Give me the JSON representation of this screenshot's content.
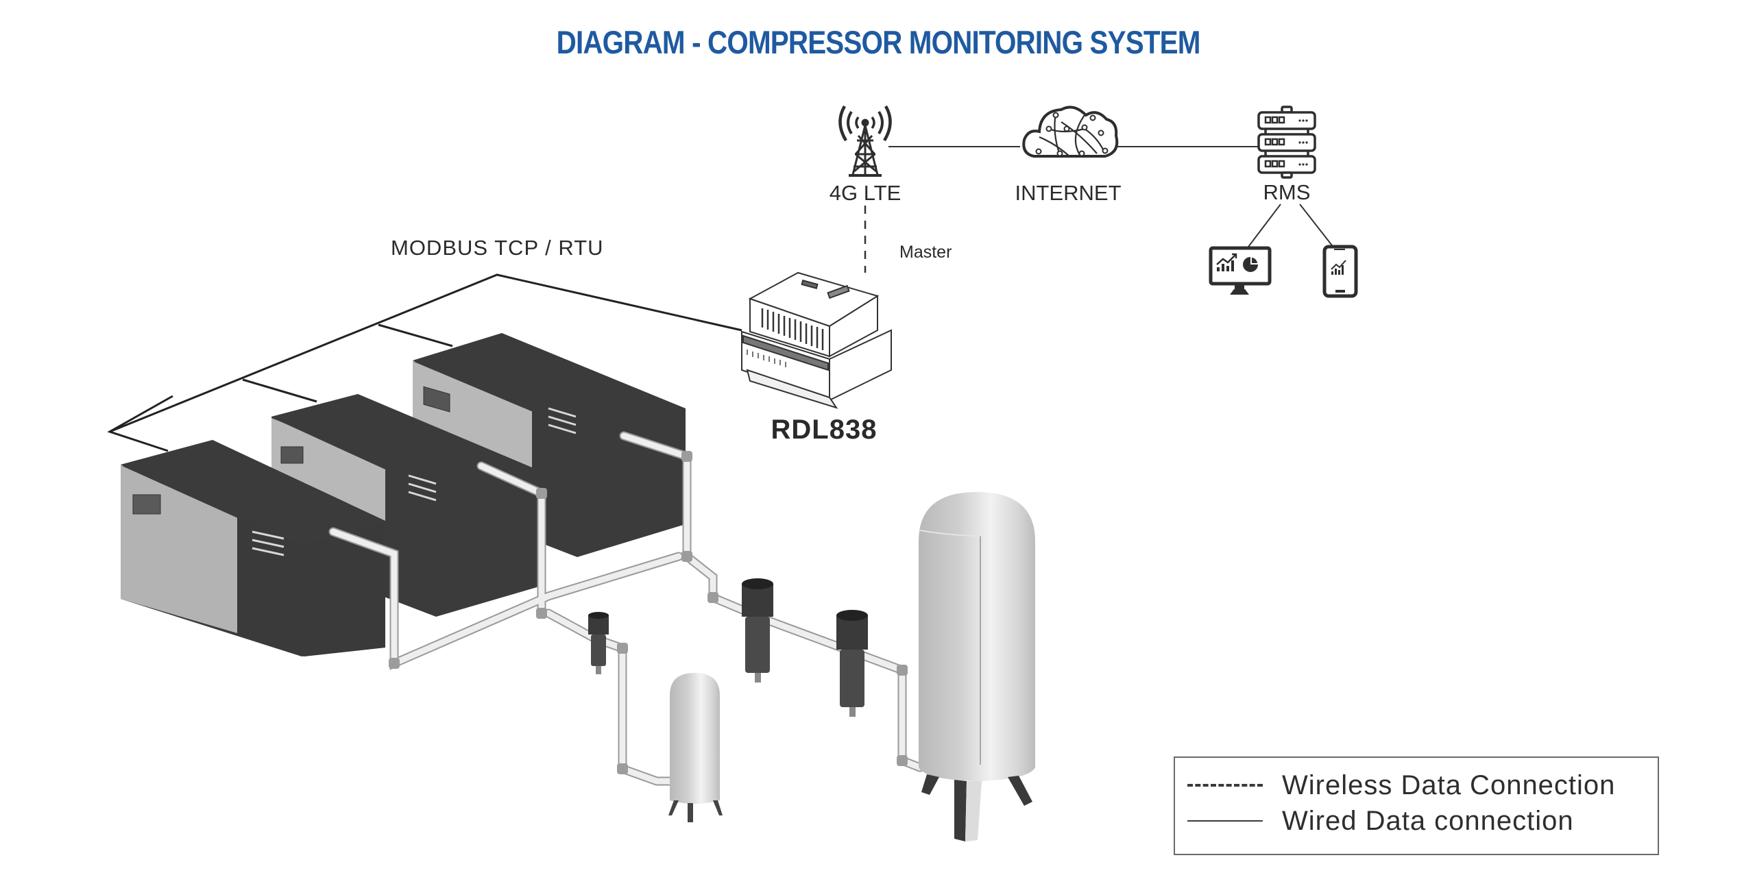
{
  "title": "DIAGRAM - COMPRESSOR MONITORING SYSTEM",
  "colors": {
    "title": "#1f5aa0",
    "line": "#2a2a2a",
    "compressor_top_side": "#3b3b3b",
    "compressor_front": "#b3b3b3",
    "tank": "#c9c9c9",
    "filter": "#4a4a4a"
  },
  "network": {
    "tower_label": "4G LTE",
    "tower_icon": "cell-tower-icon",
    "internet_label": "INTERNET",
    "internet_icon": "cloud-network-icon",
    "rms_label": "RMS",
    "rms_icon": "server-stack-icon",
    "master_label": "Master",
    "clients": [
      {
        "icon": "desktop-monitor-chart-icon"
      },
      {
        "icon": "smartphone-chart-icon"
      }
    ]
  },
  "gateway": {
    "label": "RDL838",
    "icon": "data-logger-device-icon"
  },
  "bus": {
    "label": "MODBUS TCP / RTU"
  },
  "equipment": {
    "compressors": [
      {
        "name": "compressor-1"
      },
      {
        "name": "compressor-2"
      },
      {
        "name": "compressor-3"
      }
    ],
    "filters": [
      {
        "name": "filter-1"
      },
      {
        "name": "filter-2"
      },
      {
        "name": "filter-3"
      }
    ],
    "tanks": [
      {
        "name": "small-air-receiver-tank"
      },
      {
        "name": "large-air-receiver-tank"
      }
    ]
  },
  "legend": {
    "items": [
      {
        "style": "dashed",
        "label": "Wireless Data Connection"
      },
      {
        "style": "solid",
        "label": "Wired Data connection"
      }
    ]
  }
}
